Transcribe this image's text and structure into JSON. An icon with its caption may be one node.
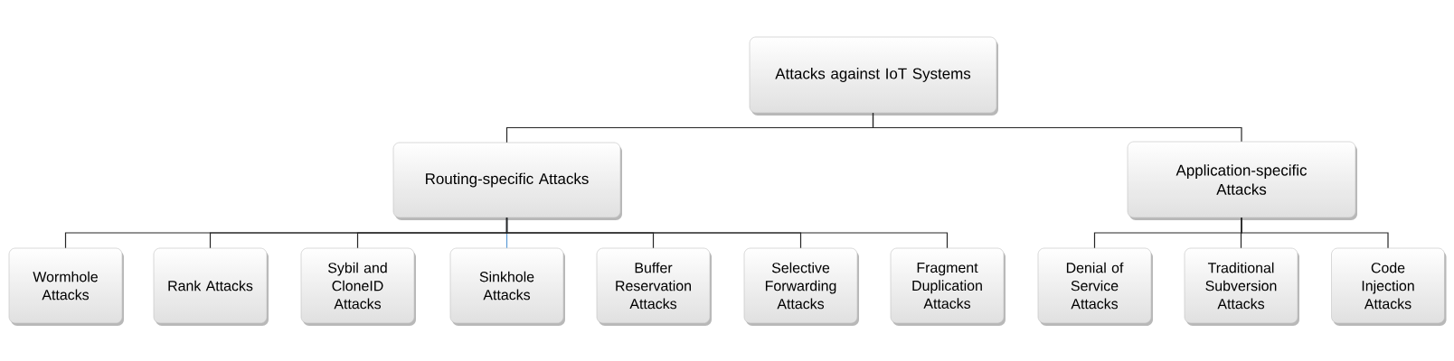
{
  "diagram": {
    "nodes": [
      {
        "text": [
          "Attacks against IoT Systems"
        ]
      },
      {
        "text": [
          "Routing-specific Attacks"
        ]
      },
      {
        "text": [
          "Application-specific Attacks"
        ]
      },
      {
        "text": [
          "Wormhole Attacks"
        ]
      },
      {
        "text": [
          "Rank Attacks"
        ]
      },
      {
        "text": [
          "Sybil and CloneID Attacks"
        ]
      },
      {
        "text": [
          "Sinkhole Attacks"
        ]
      },
      {
        "text": [
          "Buffer Reservation Attacks"
        ]
      },
      {
        "text": [
          "Selective Forwarding Attacks"
        ]
      },
      {
        "text": [
          "Fragment Duplication Attacks"
        ]
      },
      {
        "text": [
          "Denial of Service Attacks"
        ]
      },
      {
        "text": [
          "Traditional Subversion Attacks"
        ]
      },
      {
        "text": [
          "Code Injection Attacks"
        ]
      }
    ],
    "edges": [
      {
        "from": 0,
        "to": 1,
        "arrow": "none"
      },
      {
        "from": 0,
        "to": 2,
        "arrow": "none"
      },
      {
        "from": 1,
        "to": 3,
        "arrow": "none"
      },
      {
        "from": 1,
        "to": 4,
        "arrow": "none"
      },
      {
        "from": 1,
        "to": 5,
        "arrow": "none"
      },
      {
        "from": 1,
        "to": 6,
        "arrow": "none",
        "color": "#5b9bd5"
      },
      {
        "from": 1,
        "to": 7,
        "arrow": "none"
      },
      {
        "from": 1,
        "to": 8,
        "arrow": "none"
      },
      {
        "from": 1,
        "to": 9,
        "arrow": "none"
      },
      {
        "from": 2,
        "to": 10,
        "arrow": "none"
      },
      {
        "from": 2,
        "to": 11,
        "arrow": "none"
      },
      {
        "from": 2,
        "to": 12,
        "arrow": "none"
      }
    ]
  }
}
